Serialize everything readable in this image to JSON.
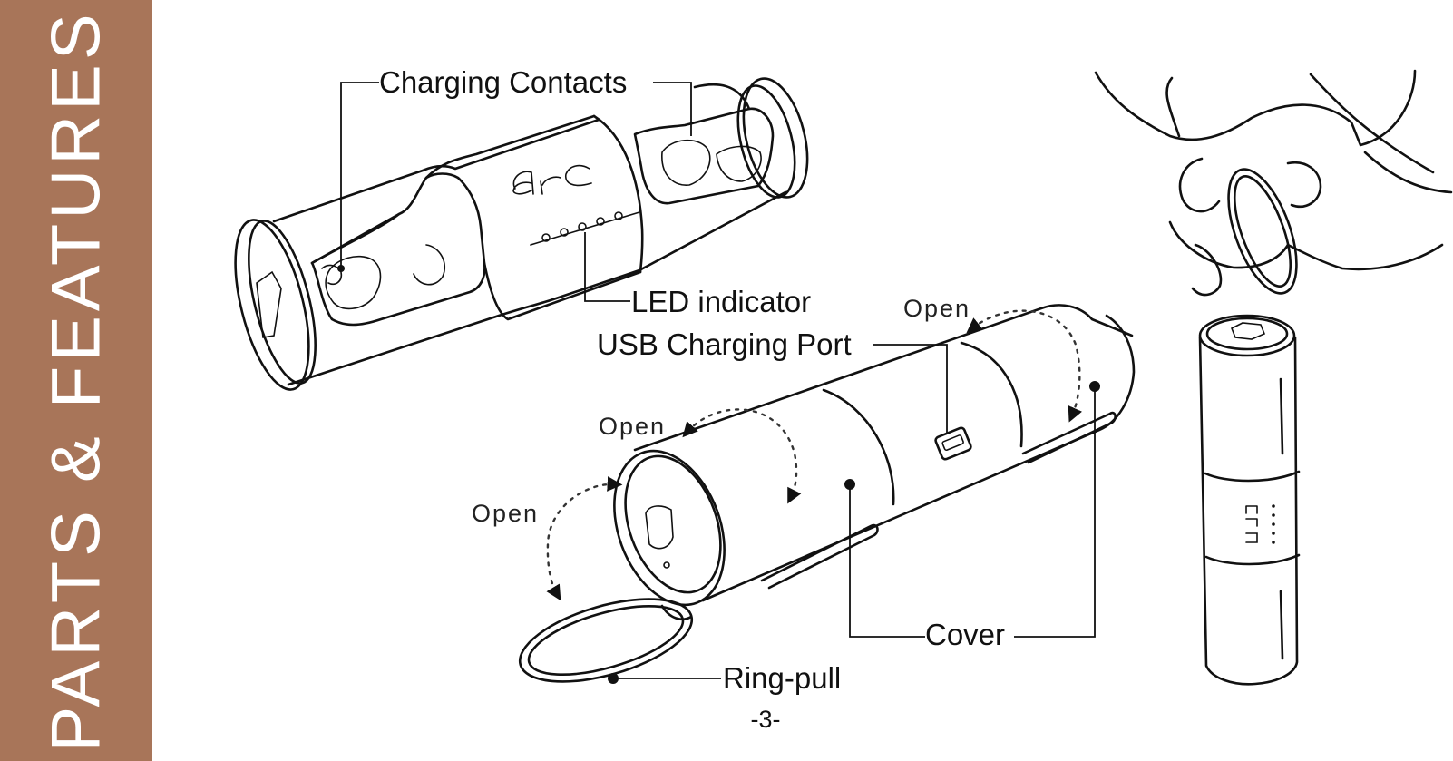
{
  "sidebar": {
    "title": "PARTS & FEATURES",
    "color": "#a87559"
  },
  "labels": {
    "charging_contacts": "Charging Contacts",
    "led_indicator": "LED indicator",
    "usb_charging_port": "USB Charging Port",
    "cover": "Cover",
    "ring_pull": "Ring-pull",
    "open_1": "Open",
    "open_2": "Open",
    "open_3": "Open"
  },
  "brand": {
    "logo_text": "arc"
  },
  "page_number": "-3-"
}
